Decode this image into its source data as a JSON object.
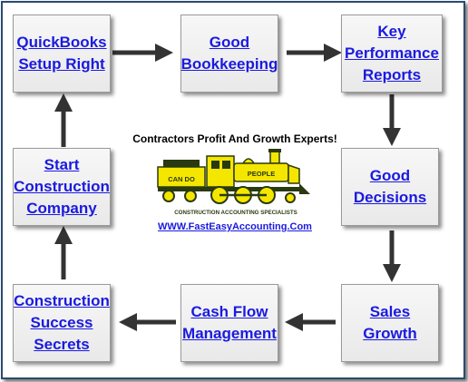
{
  "diagram": {
    "boxes": {
      "quickbooks": [
        "QuickBooks",
        "Setup Right"
      ],
      "bookkeeping": [
        "Good",
        "Bookkeeping"
      ],
      "kpi": [
        "Key",
        "Performance",
        "Reports"
      ],
      "decisions": [
        "Good",
        "Decisions"
      ],
      "sales": [
        "Sales",
        "Growth"
      ],
      "cashflow": [
        "Cash Flow",
        "Management"
      ],
      "secrets": [
        "Construction",
        "Success",
        "Secrets"
      ],
      "start": [
        "Start",
        "Construction",
        "Company"
      ]
    },
    "tagline": "Contractors Profit And Growth Experts!",
    "url": "WWW.FastEasyAccounting.Com",
    "logo": {
      "left_text": "CAN DO",
      "right_text": "PEOPLE",
      "bottom_text": "CONSTRUCTION ACCOUNTING SPECIALISTS"
    }
  },
  "colors": {
    "link": "#1a1ae0",
    "arrow": "#333333",
    "frame": "#2b4a6f",
    "train_body": "#f5e600",
    "train_outline": "#2a3a10"
  }
}
